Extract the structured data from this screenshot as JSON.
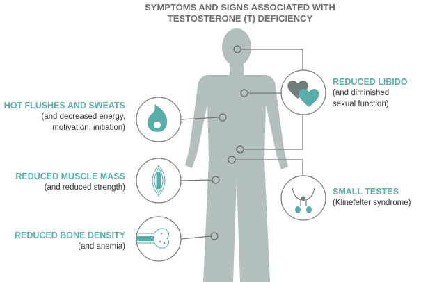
{
  "title": [
    "SYMPTOMS AND SIGNS ASSOCIATED WITH",
    "TESTOSTERONE (T) DEFICIENCY"
  ],
  "symptoms": [
    {
      "heading": "HOT FLUSHES AND SWEATS",
      "detail": [
        "(and decreased energy,",
        "motivation, initiation)"
      ],
      "icon": "flame-icon"
    },
    {
      "heading": "REDUCED MUSCLE MASS",
      "detail": [
        "(and reduced strength)"
      ],
      "icon": "muscle-icon"
    },
    {
      "heading": "REDUCED BONE DENSITY",
      "detail": [
        "(and anemia)"
      ],
      "icon": "bone-icon"
    },
    {
      "heading": "REDUCED LIBIDO",
      "detail": [
        "(and diminished",
        "sexual function)"
      ],
      "icon": "hearts-icon"
    },
    {
      "heading": "SMALL TESTES",
      "detail": [
        "(Klinefelter syndrome)"
      ],
      "icon": "testes-icon"
    }
  ],
  "colors": {
    "accent": "#5aaea9",
    "body": "#b3bfbe",
    "line": "#777777"
  }
}
